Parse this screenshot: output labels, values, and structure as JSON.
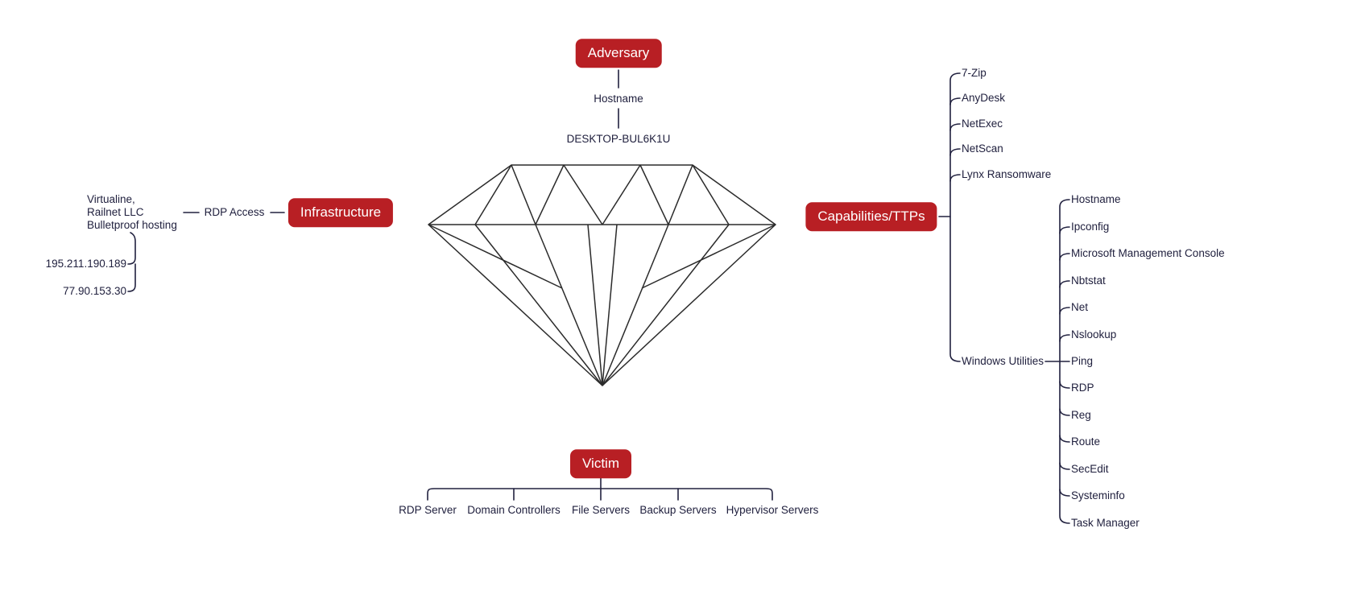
{
  "palette": {
    "badge_red": "#b81f24",
    "ink": "#21213f",
    "line": "#21213f",
    "diamond_stroke": "#2b2b2b",
    "background": "#ffffff"
  },
  "diagram": {
    "adversary": {
      "label": "Adversary",
      "hostname_label": "Hostname",
      "hostname_value": "DESKTOP-BUL6K1U"
    },
    "infrastructure": {
      "label": "Infrastructure",
      "access": "RDP Access",
      "provider": "Virtualine,\nRailnet LLC\nBulletproof hosting",
      "ips": [
        "195.211.190.189",
        "77.90.153.30"
      ]
    },
    "capabilities": {
      "label": "Capabilities/TTPs",
      "items": [
        "7-Zip",
        "AnyDesk",
        "NetExec",
        "NetScan",
        "Lynx Ransomware",
        "Windows Utilities"
      ],
      "windows_utilities": [
        "Hostname",
        "Ipconfig",
        "Microsoft Management Console",
        "Nbtstat",
        "Net",
        "Nslookup",
        "Ping",
        "RDP",
        "Reg",
        "Route",
        "SecEdit",
        "Systeminfo",
        "Task Manager"
      ]
    },
    "victim": {
      "label": "Victim",
      "targets": [
        "RDP Server",
        "Domain Controllers",
        "File Servers",
        "Backup Servers",
        "Hypervisor Servers"
      ]
    }
  }
}
